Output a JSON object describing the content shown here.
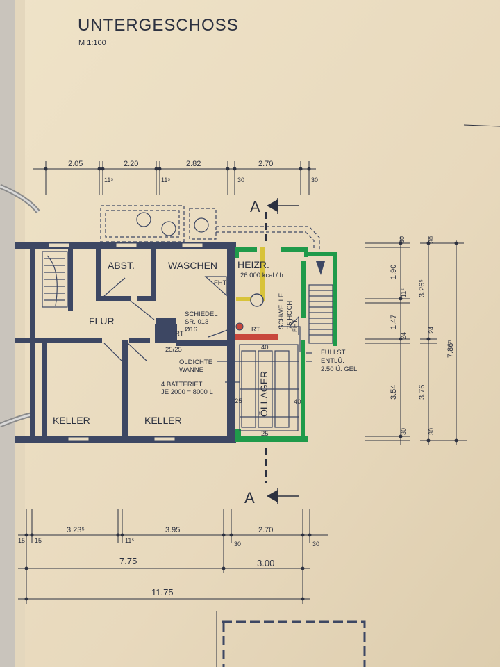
{
  "title": "UNTERGESCHOSS",
  "scale": "M 1:100",
  "colors": {
    "paper": "#e9dcc2",
    "wall": "#3d4763",
    "green": "#1f9a4a",
    "yellow": "#d8c33a",
    "red": "#c8473c"
  },
  "section_marker": "A",
  "rooms": {
    "abst": "ABST.",
    "waschen": "WASCHEN",
    "heizr": "HEIZR.",
    "flur": "FLUR",
    "keller1": "KELLER",
    "keller2": "KELLER",
    "oellager": "ÖLLAGER"
  },
  "notes": {
    "heizr_capacity": "26.000 kcal / h",
    "fht1": "FHT",
    "fht2": "FHT",
    "rt1": "RT",
    "rt2": "RT",
    "schiedel_1": "SCHIEDEL",
    "schiedel_2": "SR. 013",
    "schiedel_3": "Ø16",
    "schwelle_1": "SCHWELLE",
    "schwelle_2": "75 HOCH",
    "oeldichte_1": "ÖLDICHTE",
    "oeldichte_2": "WANNE",
    "batteriet_1": "4 BATTERIET.",
    "batteriet_2": "JE 2000 = 8000 L",
    "fuellst": "FÜLLST.",
    "entlue": "ENTLÜ.",
    "gel": "2.50 Ü. GEL.",
    "opening": "25/25",
    "oil_40_top": "40",
    "oil_40_right": "40",
    "oil_25_left": "25",
    "oil_25_bottom": "25"
  },
  "top_dims": {
    "d1": "2.05",
    "d2": "2.20",
    "d3": "2.82",
    "d4": "2.70",
    "s1": "11⁵",
    "s2": "11⁵",
    "s3": "30",
    "s4": "30"
  },
  "bottom_dims": {
    "d1": "3.23⁵",
    "d2": "3.95",
    "d3": "2.70",
    "s1": "15",
    "s2": "15",
    "s3": "11⁵",
    "s4": "30",
    "s5": "30",
    "sub1": "7.75",
    "sub2": "3.00",
    "total": "11.75"
  },
  "right_dims": {
    "a1": "30",
    "a2": "1.90",
    "a3": "11⁵",
    "a4": "1.47",
    "a5": "24",
    "a6": "3.54",
    "a7": "30",
    "b1": "30",
    "b2": "3.26⁵",
    "b3": "24",
    "b4": "3.76",
    "b5": "30",
    "total": "7.86⁵"
  }
}
